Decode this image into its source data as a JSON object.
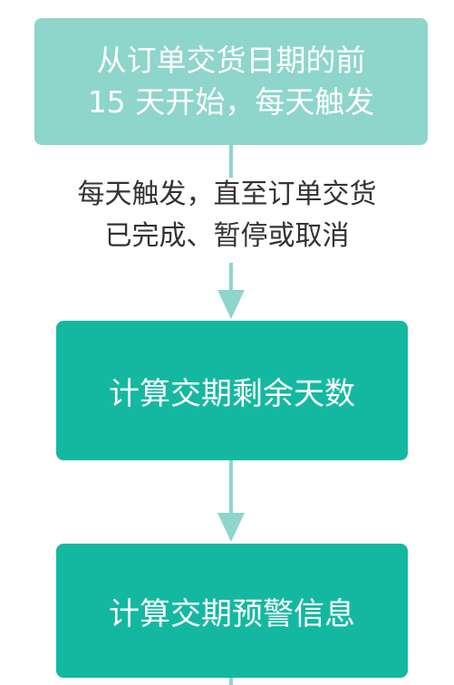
{
  "diagram": {
    "start_node": {
      "line1": "从订单交货日期的前",
      "line2": "15 天开始，每天触发"
    },
    "edge_label": {
      "line1": "每天触发，直至订单交货",
      "line2": "已完成、暂停或取消"
    },
    "step_calc": {
      "label": "计算交期剩余天数"
    },
    "step_alert": {
      "label": "计算交期预警信息"
    },
    "colors": {
      "start_fill": "#8ed5cb",
      "step_fill": "#14b8a0",
      "connector": "#8ed5cb",
      "node_text": "#ffffff",
      "edge_text": "#333333"
    }
  }
}
